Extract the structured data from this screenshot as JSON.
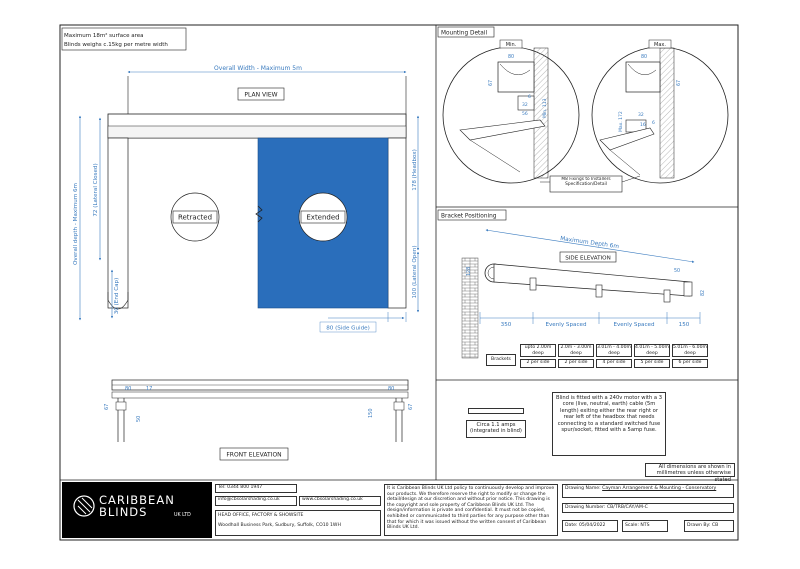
{
  "colors": {
    "fabric": "#2a6ebb",
    "dim": "#3a7bbf",
    "line": "#222222",
    "logo_bg": "#000000"
  },
  "header_note": {
    "line1": "Maximum 18m² surface area",
    "line2": "Blinds weighs c.15kg per metre width"
  },
  "plan": {
    "overall_width": "Overall Width - Maximum 5m",
    "view_label": "PLAN VIEW",
    "overall_depth": "Overall depth - Maximum 6m",
    "closed_72": "72 (Lateral Closed)",
    "end_cap_30": "30 (End Cap)",
    "headbox_178": "178 (Headbox)",
    "open_100": "100 (Lateral Open)",
    "side_guide_80": "80 (Side Guide)",
    "retracted": "Retracted",
    "extended": "Extended"
  },
  "front": {
    "view_label": "FRONT ELEVATION",
    "dim_80_left": "80",
    "dim_80_right": "80",
    "dim_17": "17",
    "dim_67_left": "67",
    "dim_67_right": "67",
    "dim_50": "50",
    "dim_150": "150"
  },
  "mounting": {
    "title": "Mounting Detail",
    "min": "Min.",
    "max": "Max.",
    "dim_80_min": "80",
    "dim_80_max": "80",
    "dim_67_min": "67",
    "dim_67_max": "67",
    "dim_32_min": "32",
    "dim_32_max": "32",
    "dim_6_min": "6",
    "dim_6_max": "6",
    "dim_56": "56",
    "dim_16": "16",
    "min_113": "Min. 113",
    "max_172": "Max. 172",
    "fixings_note": "M8 Fixings to Installers Specification/Detail"
  },
  "bracket": {
    "title": "Bracket Positioning",
    "max_depth": "Maximum Depth 6m",
    "side_elevation": "SIDE ELEVATION",
    "dim_128": "128",
    "dim_50": "50",
    "dim_82": "82",
    "dim_350": "350",
    "evenly1": "Evenly Spaced",
    "evenly2": "Evenly Spaced",
    "dim_150": "150",
    "table_label": "Brackets",
    "headers": [
      "upto 2.00m deep",
      "2.0m - 3.00m deep",
      "3.01m - 4.00m deep",
      "4.01m - 5.00m deep",
      "5.01m - 6.00m deep"
    ],
    "values": [
      "2 per side",
      "2 per side",
      "4 per side",
      "5 per side",
      "6 per side"
    ]
  },
  "motor": {
    "amps": "Circa 1.1 amps (integrated in blind)",
    "description": "Blind is fitted with a 240v motor with a 3 core (live, neutral, earth) cable (5m length) exiting either the rear right or rear left of the headbox that needs connecting to a standard switched fuse spur/socket, fitted with a 5amp fuse.",
    "dimensions_note": "All dimensions are shown in millimetres unless otherwise stated"
  },
  "titleblock": {
    "logo_line1": "CARIBBEAN",
    "logo_line2": "BLINDS",
    "logo_suffix": "UK LTD",
    "tel": "Tel: 0344 800 1947",
    "email": "info@cbsolarshading.co.uk",
    "web": "www.cbsolarshading.co.uk",
    "office_label": "HEAD OFFICE, FACTORY & SHOWSITE",
    "address": "Woodhall Business Park, Sudbury, Suffolk, CO10 1WH",
    "policy": "It is Caribbean Blinds UK Ltd policy to continuously develop and improve our products. We therefore reserve the right to modify or change the detail/design at our discretion and without prior notice. This drawing is the copyright and sole property of Caribbean Blinds UK Ltd. The design/information is private and confidential. It must not be copied, exhibited or communicated to third parties for any purpose other than that for which it was issued without the written consent of Caribbean Blinds UK Ltd.",
    "drawing_name_label": "Drawing Name:",
    "drawing_name": "Cayman Arrangement & Mounting - Conservatory",
    "drawing_number_label": "Drawing Number:",
    "drawing_number": "CB/TRB/CAY/AM-C",
    "date": "Date: 05/04/2022",
    "scale": "Scale: NTS",
    "drawn_by": "Drawn By: CB"
  }
}
